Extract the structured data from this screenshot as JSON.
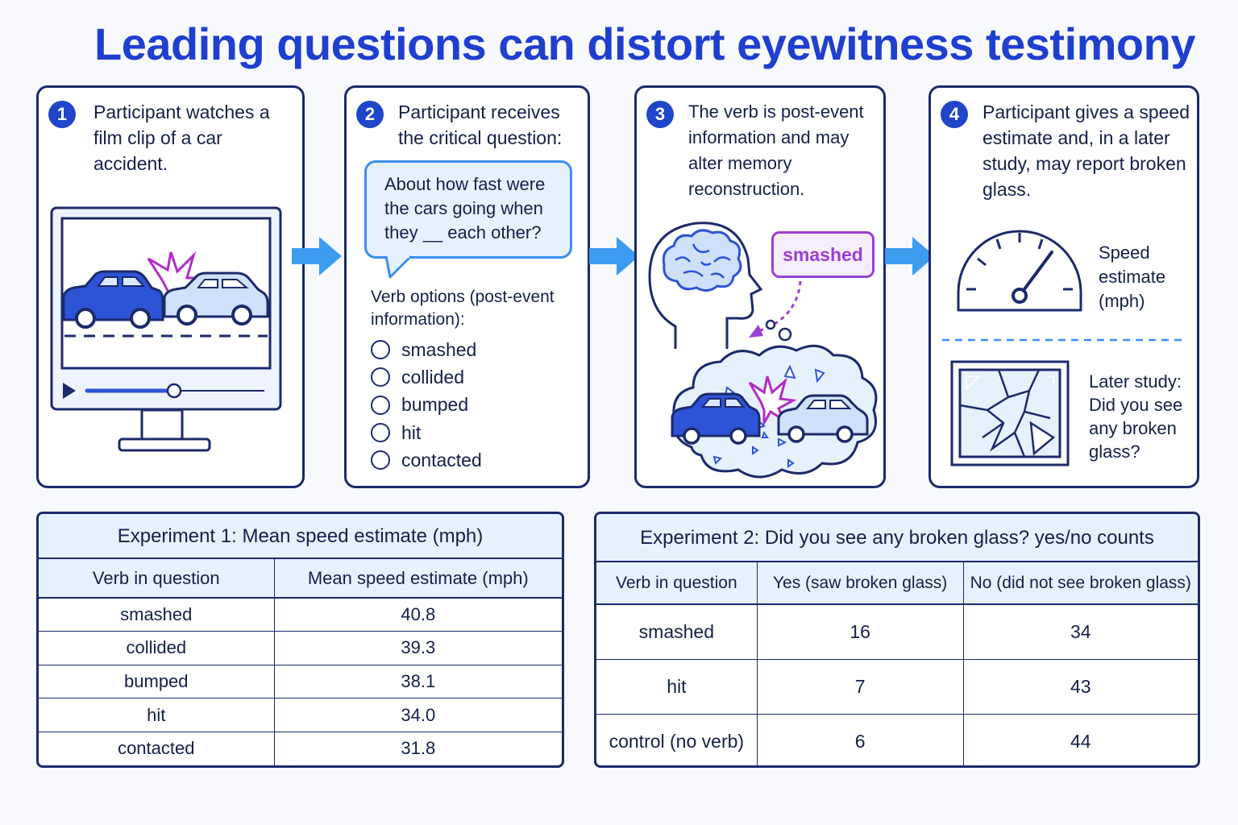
{
  "title": "Leading questions can distort eyewitness testimony",
  "panels": [
    {
      "number": "1",
      "text": "Participant watches a film clip of a car accident."
    },
    {
      "number": "2",
      "text": "Participant receives the critical question:",
      "question": "About how fast were the cars going when they __ each other?",
      "options_heading": "Verb options (post-event information):",
      "options": [
        "smashed",
        "collided",
        "bumped",
        "hit",
        "contacted"
      ]
    },
    {
      "number": "3",
      "text": "The verb is post-event information and may alter memory reconstruction.",
      "tag": "smashed"
    },
    {
      "number": "4",
      "text": "Participant gives a speed estimate and, in a later study, may report broken glass.",
      "speed_label": "Speed estimate (mph)",
      "glass_label": "Later study: Did you see any broken glass?"
    }
  ],
  "table1": {
    "title": "Experiment 1:  Mean speed estimate (mph)",
    "headers": [
      "Verb in question",
      "Mean speed estimate (mph)"
    ],
    "rows": [
      [
        "smashed",
        "40.8"
      ],
      [
        "collided",
        "39.3"
      ],
      [
        "bumped",
        "38.1"
      ],
      [
        "hit",
        "34.0"
      ],
      [
        "contacted",
        "31.8"
      ]
    ]
  },
  "table2": {
    "title": "Experiment 2:  Did you see any broken glass? yes/no counts",
    "headers": [
      "Verb in question",
      "Yes (saw broken glass)",
      "No (did not see broken glass)"
    ],
    "rows": [
      [
        "smashed",
        "16",
        "34"
      ],
      [
        "hit",
        "7",
        "43"
      ],
      [
        "control (no verb)",
        "6",
        "44"
      ]
    ]
  },
  "colors": {
    "accent": "#1f3fcf",
    "border": "#1c2a6b",
    "bubble_fill": "#e6f1fe",
    "highlight": "#9b3fd6",
    "arrow": "#3c9cf0"
  }
}
